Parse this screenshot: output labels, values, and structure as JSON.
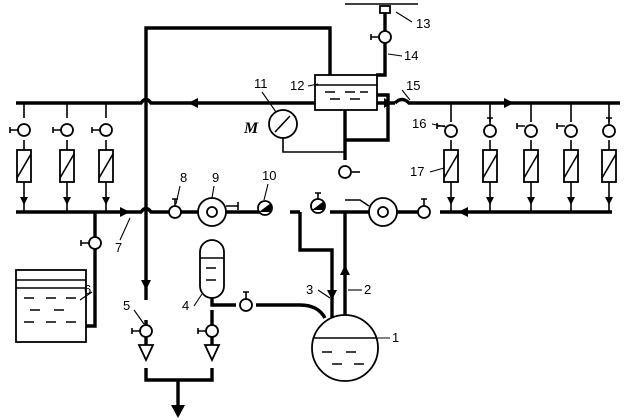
{
  "labels": {
    "l1": "1",
    "l2": "2",
    "l3": "3",
    "l4": "4",
    "l5": "5",
    "l6": "6",
    "l7": "7",
    "l8": "8",
    "l9": "9",
    "l10": "10",
    "l11": "11",
    "l12": "12",
    "l13": "13",
    "l14": "14",
    "l15": "15",
    "l16": "16",
    "l17": "17"
  },
  "motor_symbol": "M"
}
